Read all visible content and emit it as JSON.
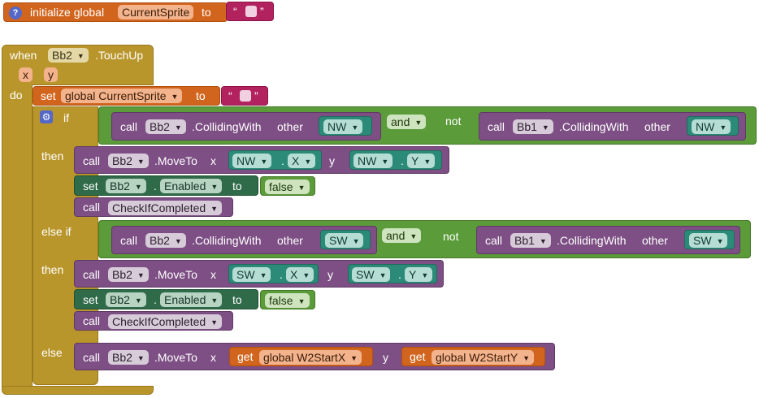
{
  "init": {
    "help": "?",
    "label": "initialize global",
    "var": "CurrentSprite",
    "to": "to",
    "quote_open": "“",
    "quote_close": "”"
  },
  "event": {
    "when": "when",
    "component": "Bb2",
    "event_name": ".TouchUp",
    "param_x": "x",
    "param_y": "y",
    "do": "do"
  },
  "set_global": {
    "set": "set",
    "var": "global CurrentSprite",
    "to": "to",
    "quote_open": "“",
    "quote_close": "”"
  },
  "if": "if",
  "then": "then",
  "else_if": "else if",
  "else": "else",
  "cond1": {
    "call": "call",
    "comp": "Bb2",
    "method": ".CollidingWith",
    "other": "other",
    "arg": "NW",
    "and": "and",
    "not": "not",
    "call2": "call",
    "comp2": "Bb1",
    "method2": ".CollidingWith",
    "other2": "other",
    "arg2": "NW"
  },
  "then1": {
    "call": "call",
    "comp": "Bb2",
    "method": ".MoveTo",
    "x": "x",
    "y": "y",
    "x_comp": "NW",
    "x_prop": "X",
    "y_comp": "NW",
    "y_prop": "Y",
    "dot": ".",
    "set": "set",
    "set_comp": "Bb2",
    "set_prop": "Enabled",
    "to": "to",
    "bool": "false",
    "call2": "call",
    "proc": "CheckIfCompleted"
  },
  "cond2": {
    "call": "call",
    "comp": "Bb2",
    "method": ".CollidingWith",
    "other": "other",
    "arg": "SW",
    "and": "and",
    "not": "not",
    "call2": "call",
    "comp2": "Bb1",
    "method2": ".CollidingWith",
    "other2": "other",
    "arg2": "SW"
  },
  "then2": {
    "call": "call",
    "comp": "Bb2",
    "method": ".MoveTo",
    "x": "x",
    "y": "y",
    "x_comp": "SW",
    "x_prop": "X",
    "y_comp": "SW",
    "y_prop": "Y",
    "dot": ".",
    "set": "set",
    "set_comp": "Bb2",
    "set_prop": "Enabled",
    "to": "to",
    "bool": "false",
    "call2": "call",
    "proc": "CheckIfCompleted"
  },
  "else_block": {
    "call": "call",
    "comp": "Bb2",
    "method": ".MoveTo",
    "x": "x",
    "y": "y",
    "get": "get",
    "var_x": "global W2StartX",
    "get2": "get",
    "var_y": "global W2StartY"
  },
  "colors": {
    "variables": "#d2651e",
    "event": "#b9962c",
    "text": "#b2225f",
    "component": "#7d4f84",
    "logic": "#5b9b3a",
    "setter": "#2f6a49",
    "getter": "#2c8a78"
  }
}
